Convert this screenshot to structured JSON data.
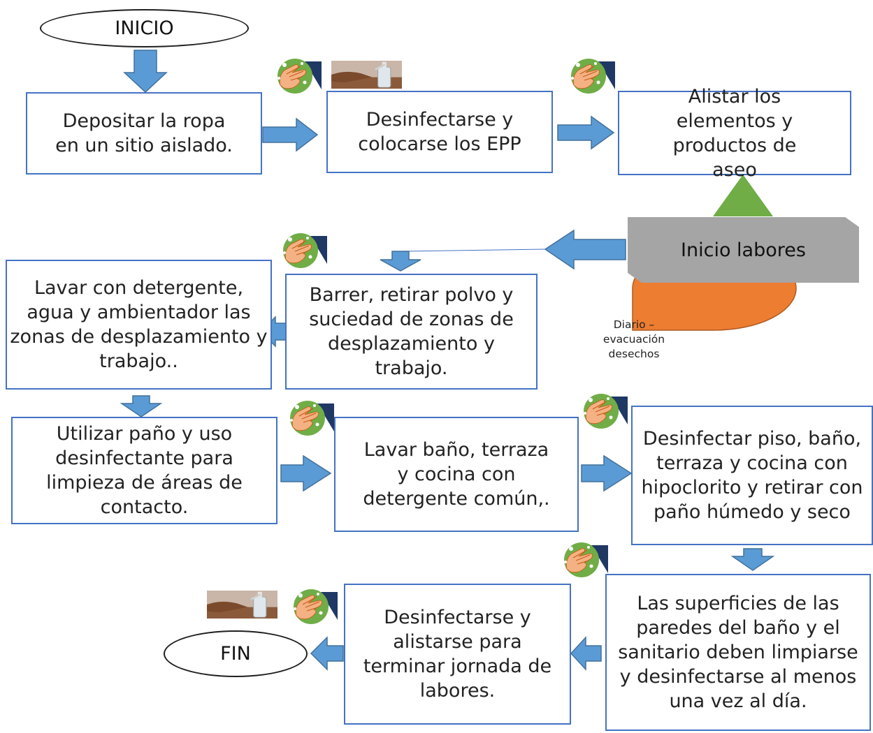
{
  "start": "INICIO",
  "end": "FIN",
  "steps": {
    "depositar": "Depositar la ropa en un sitio aislado.",
    "desinfectarse_epp": "Desinfectarse y colocarse los EPP",
    "alistar": "Alistar los elementos y productos de aseo",
    "inicio_labores": "Inicio labores",
    "barrer": "Barrer, retirar polvo y suciedad de zonas de desplazamiento y trabajo.",
    "lavar_detergente": "Lavar con detergente, agua y ambientador las zonas de desplazamiento y trabajo..",
    "utilizar_pano": "Utilizar paño y uso desinfectante para limpieza de áreas de contacto.",
    "lavar_bano": "Lavar baño, terraza y cocina con detergente común,.",
    "desinfectar_piso": "Desinfectar piso, baño, terraza y cocina con hipoclorito y retirar con paño húmedo y seco",
    "superficies": "Las superficies de las paredes del baño y el sanitario deben limpiarse y desinfectarse al menos una vez al día.",
    "desinfectarse_final": "Desinfectarse y alistarse para terminar jornada de labores."
  },
  "pie_label": "Diario – evacuación desechos",
  "colors": {
    "box_border": "#4472c4",
    "arrow": "#5b9bd5",
    "arrow_border": "#41719c",
    "gray_shape": "#a5a5a5",
    "triangle": "#70ad47",
    "pie": "#ed7d31"
  },
  "icons": {
    "handwash": "handwash-icon",
    "sanitizer": "sanitizer-photo"
  }
}
